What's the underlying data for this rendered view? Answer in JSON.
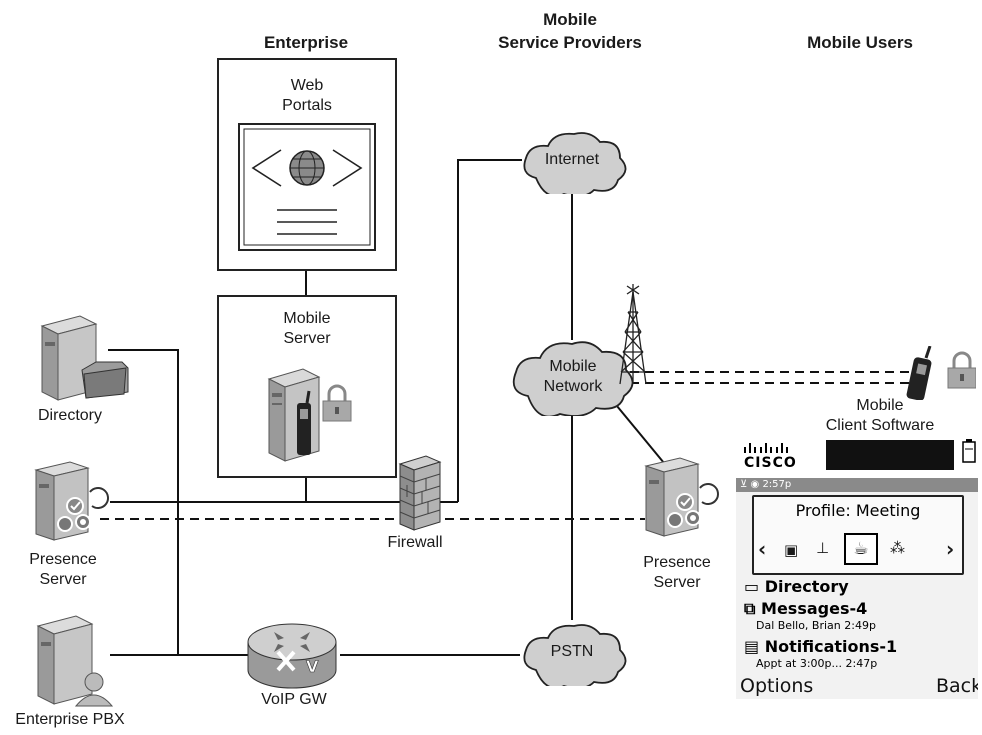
{
  "headings": {
    "enterprise": "Enterprise",
    "mobile_service_providers_line1": "Mobile",
    "mobile_service_providers_line2": "Service Providers",
    "mobile_users": "Mobile Users"
  },
  "nodes": {
    "web_portals": [
      "Web",
      "Portals"
    ],
    "mobile_server": [
      "Mobile",
      "Server"
    ],
    "directory": "Directory",
    "presence_server_left": [
      "Presence",
      "Server"
    ],
    "enterprise_pbx": "Enterprise PBX",
    "firewall": "Firewall",
    "voip_gw": "VoIP GW",
    "internet": "Internet",
    "mobile_network": [
      "Mobile",
      "Network"
    ],
    "pstn": "PSTN",
    "presence_server_right": [
      "Presence",
      "Server"
    ],
    "mobile_client_software": [
      "Mobile",
      "Client Software"
    ]
  },
  "phone": {
    "brand": "CISCO",
    "status_time": "2:57p",
    "profile_title": "Profile: Meeting",
    "items": [
      {
        "title": "Directory",
        "sub": ""
      },
      {
        "title": "Messages-4",
        "sub": "Dal Bello, Brian   2:49p"
      },
      {
        "title": "Notifications-1",
        "sub": "Appt at 3:00p...   2:47p"
      }
    ],
    "softkey_left": "Options",
    "softkey_right": "Back"
  },
  "colors": {
    "line": "#111111",
    "cloud_fill": "#cfcfcf",
    "server_fill": "#b9b9b9",
    "phone_status_bar": "#8a8a8a"
  }
}
